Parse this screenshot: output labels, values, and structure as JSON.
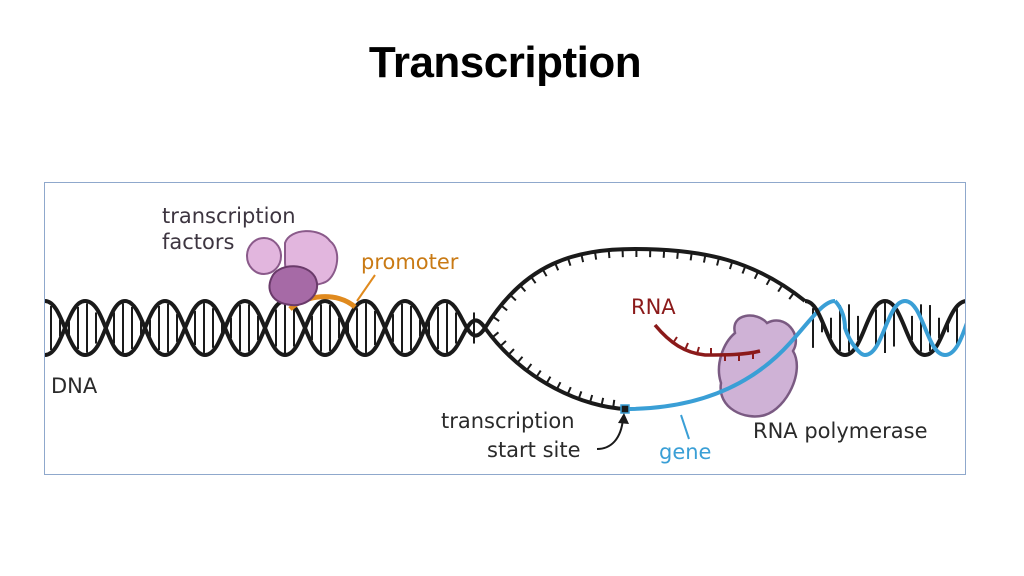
{
  "slide": {
    "title": "Transcription"
  },
  "diagram": {
    "labels": {
      "transcription_factors_line1": "transcription",
      "transcription_factors_line2": "factors",
      "promoter": "promoter",
      "rna": "RNA",
      "dna": "DNA",
      "start_site_line1": "transcription",
      "start_site_line2": "start site",
      "gene": "gene",
      "rna_polymerase": "RNA polymerase"
    },
    "colors": {
      "dna_strand": "#1a1a1a",
      "promoter": "#e08a1e",
      "gene": "#3a9fd6",
      "rna": "#8b1a1a",
      "transcription_factor_light": "#e2b6de",
      "transcription_factor_dark": "#a66aa6",
      "rna_polymerase": "#cfb2d6",
      "frame_border": "#8fa8cc"
    }
  }
}
